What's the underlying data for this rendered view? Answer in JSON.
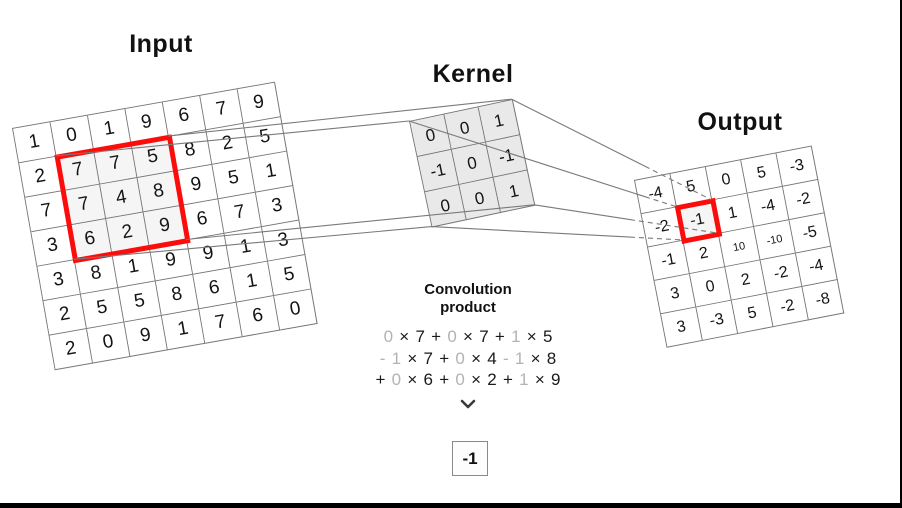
{
  "titles": {
    "input": "Input",
    "kernel": "Kernel",
    "output": "Output"
  },
  "input_matrix": {
    "rows": [
      [
        1,
        0,
        1,
        9,
        6,
        7,
        9
      ],
      [
        2,
        7,
        7,
        5,
        8,
        2,
        5
      ],
      [
        7,
        7,
        4,
        8,
        9,
        5,
        1
      ],
      [
        3,
        6,
        2,
        9,
        6,
        7,
        3
      ],
      [
        3,
        8,
        1,
        9,
        9,
        1,
        3
      ],
      [
        2,
        5,
        5,
        8,
        6,
        1,
        5
      ],
      [
        2,
        0,
        9,
        1,
        7,
        6,
        0
      ]
    ],
    "highlight": {
      "row": 1,
      "col": 1,
      "rows": 3,
      "cols": 3
    }
  },
  "kernel_matrix": {
    "rows": [
      [
        0,
        0,
        1
      ],
      [
        -1,
        0,
        -1
      ],
      [
        0,
        0,
        1
      ]
    ]
  },
  "output_matrix": {
    "rows": [
      [
        -4,
        5,
        0,
        5,
        -3
      ],
      [
        -2,
        -1,
        1,
        -4,
        -2
      ],
      [
        -1,
        2,
        10,
        -10,
        -5
      ],
      [
        3,
        0,
        2,
        -2,
        -4
      ],
      [
        3,
        -3,
        5,
        -2,
        -8
      ]
    ],
    "highlight": {
      "row": 1,
      "col": 1
    }
  },
  "convolution": {
    "title": [
      "Convolution",
      "product"
    ],
    "lines": [
      [
        {
          "t": "0",
          "g": 1
        },
        {
          "t": "×"
        },
        {
          "t": "7"
        },
        {
          "t": "+"
        },
        {
          "t": "0",
          "g": 1
        },
        {
          "t": "×"
        },
        {
          "t": "7"
        },
        {
          "t": "+"
        },
        {
          "t": "1",
          "g": 1
        },
        {
          "t": "×"
        },
        {
          "t": "5"
        }
      ],
      [
        {
          "t": "-",
          "g": 1
        },
        {
          "t": "1",
          "g": 1
        },
        {
          "t": "×"
        },
        {
          "t": "7"
        },
        {
          "t": "+"
        },
        {
          "t": "0",
          "g": 1
        },
        {
          "t": "×"
        },
        {
          "t": "4"
        },
        {
          "t": "-",
          "g": 1
        },
        {
          "t": "1",
          "g": 1
        },
        {
          "t": "×"
        },
        {
          "t": "8"
        }
      ],
      [
        {
          "t": "+"
        },
        {
          "t": "0",
          "g": 1
        },
        {
          "t": "×"
        },
        {
          "t": "6"
        },
        {
          "t": "+"
        },
        {
          "t": "0",
          "g": 1
        },
        {
          "t": "×"
        },
        {
          "t": "2"
        },
        {
          "t": "+"
        },
        {
          "t": "1",
          "g": 1
        },
        {
          "t": "×"
        },
        {
          "t": "9"
        }
      ]
    ],
    "result": "-1"
  },
  "colors": {
    "highlight_red": "#fb0d0c",
    "gray_coefficient_text": "#b3b3b3",
    "grid_line": "#777777",
    "kernel_cell_fill": "#e9e9e9",
    "connector_line": "#7a7a7a",
    "frame_border": "#000000"
  }
}
